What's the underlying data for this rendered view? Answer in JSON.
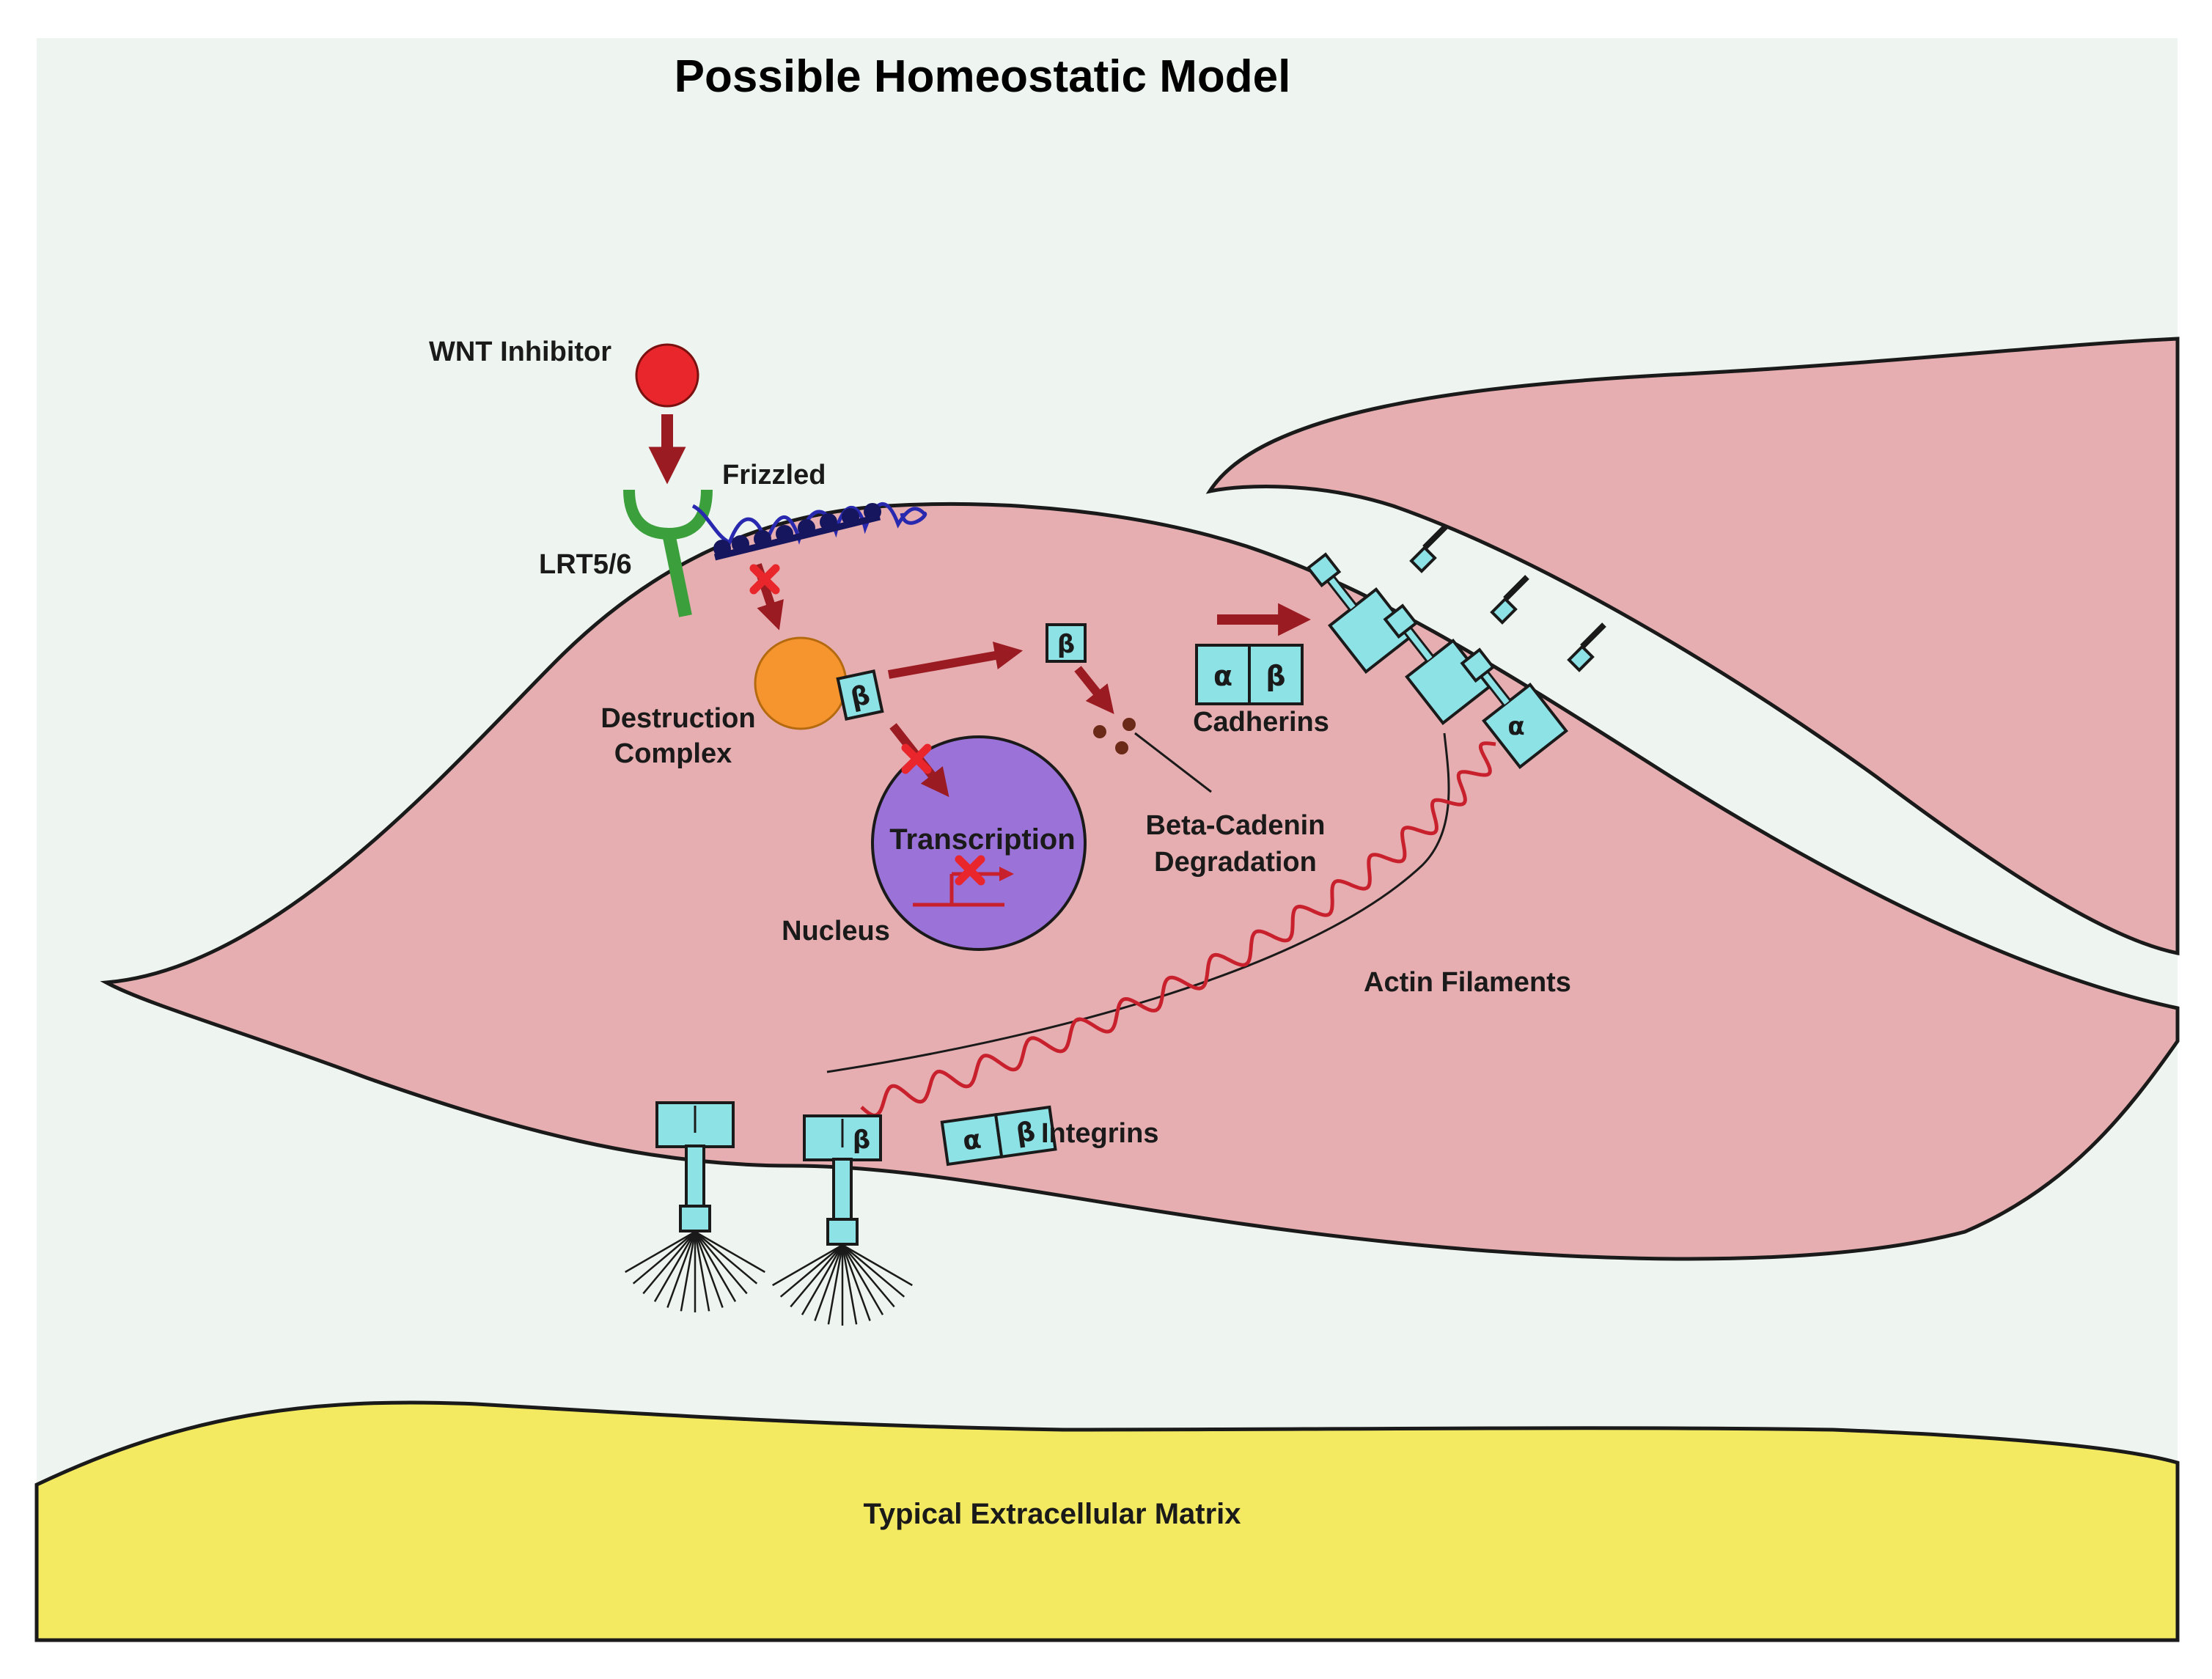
{
  "title": "Possible Homeostatic Model",
  "labels": {
    "wnt_inhibitor": "WNT Inhibitor",
    "frizzled": "Frizzled",
    "lrt": "LRT5/6",
    "destruction_line1": "Destruction",
    "destruction_line2": "Complex",
    "transcription": "Transcription",
    "nucleus": "Nucleus",
    "degradation_line1": "Beta-Cadenin",
    "degradation_line2": "Degradation",
    "cadherins": "Cadherins",
    "actin": "Actin Filaments",
    "integrins": "Integrins",
    "ecm": "Typical Extracellular Matrix"
  },
  "symbols": {
    "alpha": "α",
    "beta": "β"
  },
  "colors": {
    "background": "#eef4ef",
    "cell_fill": "#e6aeb0",
    "cell_stroke": "#1a1a1a",
    "ecm_fill": "#f3ea62",
    "wnt_inhibitor": "#e8262b",
    "arrow": "#9b1b22",
    "block_x": "#e8262b",
    "receptor_lrt": "#3ba03b",
    "frizzled": "#1f1f8c",
    "destruction_complex": "#f6952e",
    "beta_box": "#8de2e6",
    "nucleus": "#9b72d8",
    "actin": "#c8202c",
    "degradation_dots": "#6b2a17"
  },
  "icons": [
    "wnt-inhibitor-ball",
    "lrt-receptor",
    "frizzled-helix",
    "block-x-icon",
    "beta-catenin-box",
    "integrin-receptor",
    "cadherin-pair"
  ]
}
